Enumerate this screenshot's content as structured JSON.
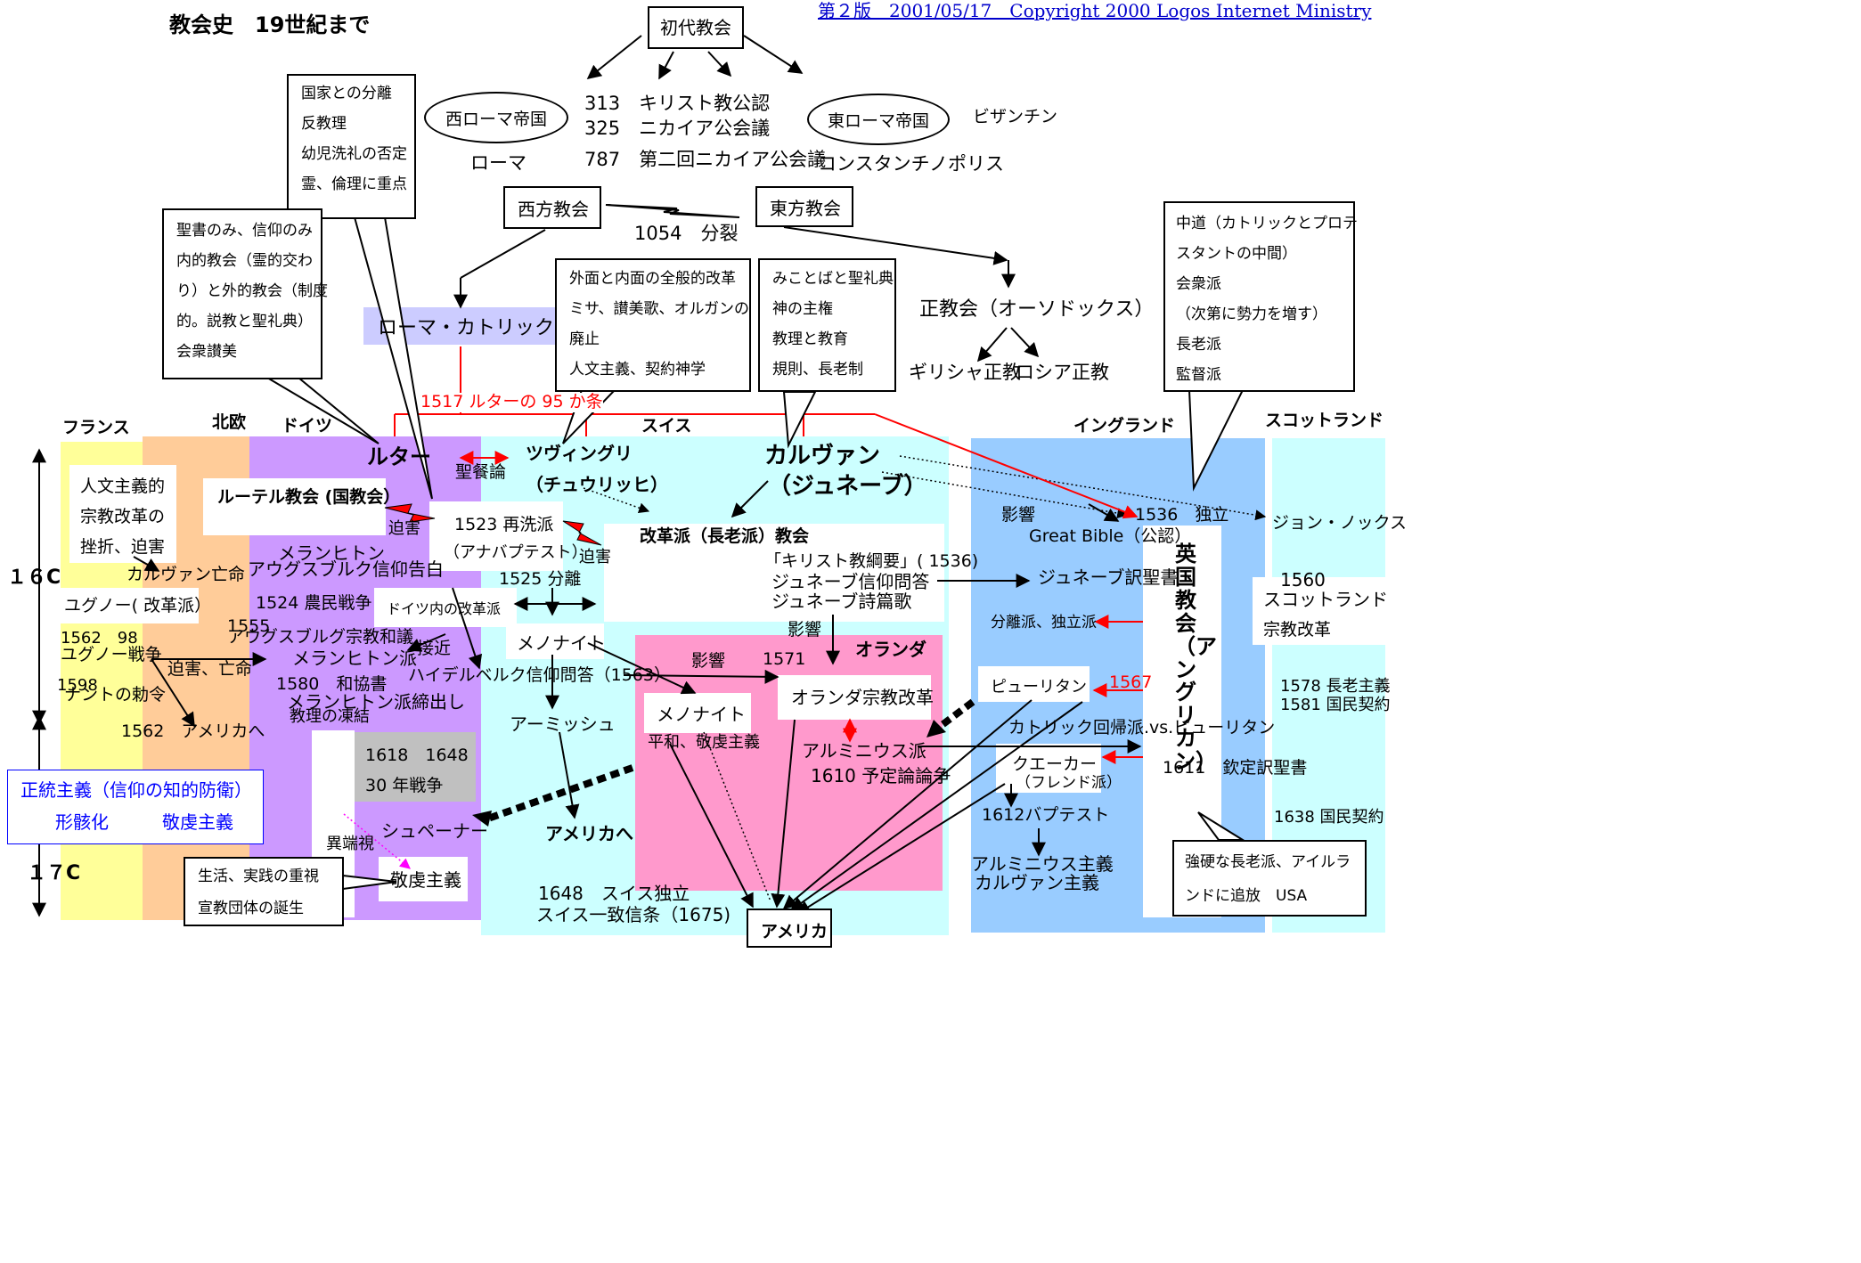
{
  "header": {
    "title": "教会史　19世紀まで",
    "version_link": "第２版　2001/05/17　Copyright 2000 Logos Internet Ministry"
  },
  "early": {
    "early_church": "初代教会",
    "west_rome": "西ローマ帝国",
    "east_rome": "東ローマ帝国",
    "byzantine": "ビザンチン",
    "rome": "ローマ",
    "constantinople": "コンスタンチノポリス",
    "event1": "313　キリスト教公認",
    "event2": "325　ニカイア公会議",
    "event3": "787　第二回ニカイア公会議",
    "west_church": "西方教会",
    "east_church": "東方教会",
    "schism": "1054　分裂",
    "catholic": "ローマ・カトリック",
    "orthodox": "正教会（オーソドックス）",
    "greek_orthodox": "ギリシャ正教",
    "russian_orthodox": "ロシア正教"
  },
  "callouts": {
    "anabaptist_notes": [
      "国家との分離",
      "反教理",
      "幼児洗礼の否定",
      "霊、倫理に重点"
    ],
    "luther_notes": [
      "聖書のみ、信仰のみ",
      "内的教会（霊的交わ",
      "り）と外的教会（制度",
      "的。説教と聖礼典）",
      "会衆讃美"
    ],
    "zwingli_notes": [
      "外面と内面の全般的改革",
      "ミサ、讃美歌、オルガンの",
      "廃止",
      "人文主義、契約神学"
    ],
    "calvin_notes": [
      "みことばと聖礼典",
      "神の主権",
      "教理と教育",
      "規則、長老制"
    ],
    "anglican_notes": [
      "中道（カトリックとプロテ",
      "スタントの中間）",
      "会衆派",
      "（次第に勢力を増す）",
      "長老派",
      "監督派"
    ],
    "pietism_notes": [
      "生活、実践の重視",
      "宣教団体の誕生"
    ],
    "scotland_notes": [
      "強硬な長老派、アイルラ",
      "ンドに追放　USA"
    ]
  },
  "regions": {
    "france": "フランス",
    "nordic": "北欧",
    "germany": "ドイツ",
    "switzerland": "スイス",
    "england": "イングランド",
    "scotland": "スコットランド",
    "netherlands": "オランダ"
  },
  "centuries": {
    "c16": "１６C",
    "c17": "１７C"
  },
  "reform": {
    "theses": "1517 ルターの 95 か条",
    "luther": "ルター",
    "lords_supper": "聖餐論",
    "zwingli": "ツヴィングリ",
    "zwingli_paren": "（チュウリッヒ）",
    "calvin": "カルヴァン",
    "geneva": "（ジュネーブ）",
    "lutheran": "ルーテル教会 (国教会）",
    "persecution1": "迫害",
    "persecution2": "迫害",
    "anabaptist1": "1523  再洗派",
    "anabaptist2": "（アナバプテスト）",
    "reformed": "改革派（長老派）教会",
    "institutes": "「キリスト教綱要」( 1536)",
    "geneva_catechism": "ジュネーブ信仰問答",
    "geneva_psalter": "ジュネーブ詩篇歌",
    "melanchthon": "メランヒトン",
    "augsburg_conf": "アウグスブルク信仰告白",
    "peasants_war": "1524 農民戦争",
    "split": "1525  分離",
    "german_reformed": "ドイツ内の改革派",
    "year1555": "1555",
    "augsburg_peace": "アウグスブルグ宗教和議",
    "melanchthon_school": "メランヒトン派",
    "approach": "接近",
    "heidelberg": "ハイデルベルク信仰問答（1563）",
    "mennonite": "メノナイト",
    "concord1": "1580　和協書",
    "concord2": "メランヒトン派締出し",
    "concord3": "教理の凍結",
    "amish": "アーミッシュ",
    "thirty_years1": "1618　1648",
    "thirty_years2": "30 年戦争",
    "spener": "シュペーナー",
    "heresy": "異端視",
    "pietism": "敬虔主義",
    "to_america": "アメリカへ",
    "swiss_indep": "1648　スイス独立",
    "swiss_confession": "スイス一致信条（1675)",
    "influence_nl": "影響",
    "influence_1571": "影響",
    "year1571": "1571",
    "dutch_reform": "オランダ宗教改革",
    "mennonite_nl": "メノナイト",
    "peace_piety": "平和、敬虔主義",
    "arminian": "アルミニウス派",
    "predestination": "1610  予定論論争",
    "america": "アメリカ",
    "humanism1": "人文主義的",
    "humanism2": "宗教改革の",
    "humanism3": "挫折、迫害",
    "calvin_exile": "カルヴァン亡命",
    "huguenot": "ユグノー( 改革派）",
    "huguenot_war1": "1562　98",
    "huguenot_war2": "ユグノー戦争",
    "persecution_exile": "迫害、亡命",
    "year1598": "1598",
    "nantes": "ナントの勅令",
    "to_america_1562": "1562　アメリカへ",
    "orthodoxy1": "正統主義（信仰の知的防衛）",
    "orthodoxy2": "形骸化　　　敬虔主義",
    "influence_en": "影響",
    "indep_1536": "1536　独立",
    "great_bible": "Great Bible（公認）",
    "anglican_vertical": "英国教会（アングリカン）",
    "geneva_bible": "ジュネーブ訳聖書",
    "separatists": "分離派、独立派",
    "puritan": "ピューリタン",
    "year1567": "1567",
    "catholic_vs_puritan": "カトリック回帰派.vs.ピューリタン",
    "quaker1": "クエーカー",
    "quaker2": "（フレンド派）",
    "kjv": "1611　欽定訳聖書",
    "baptist": "1612バプテスト",
    "arminianism": "アルミニウス主義",
    "calvinism": "カルヴァン主義",
    "knox": "ジョン・ノックス",
    "scot1560": "1560",
    "scot_reform1": "スコットランド",
    "scot_reform2": "宗教改革",
    "presbyterian1578": "1578 長老主義",
    "covenant1581": "1581 国民契約",
    "covenant1638": "1638 国民契約"
  }
}
